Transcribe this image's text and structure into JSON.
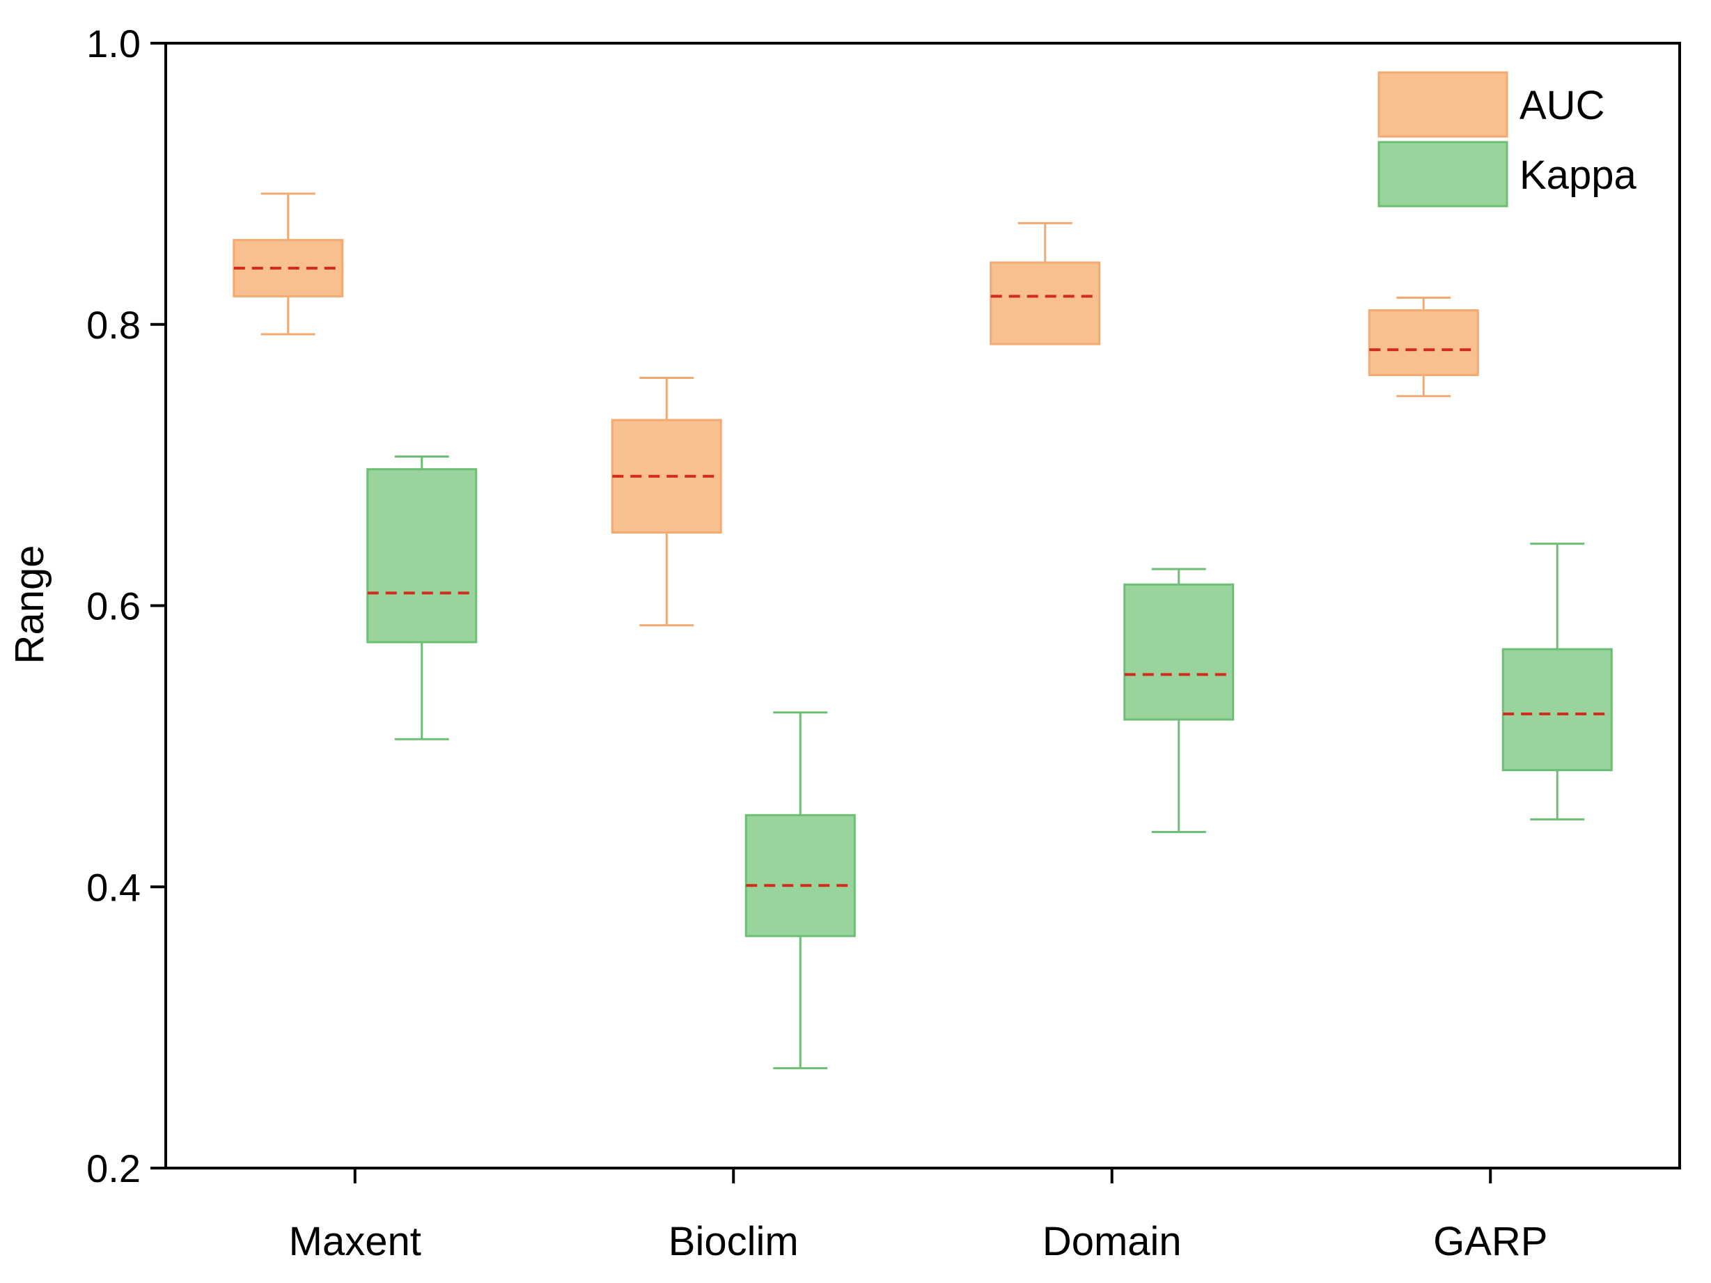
{
  "chart_data": {
    "type": "box",
    "categories": [
      "Maxent",
      "Bioclim",
      "Domain",
      "GARP"
    ],
    "ylabel": "Range",
    "ylim": [
      0.2,
      1.0
    ],
    "yticks": [
      "0.2",
      "0.4",
      "0.6",
      "0.8",
      "1.0"
    ],
    "grid": false,
    "legend_position": "top-right",
    "series": [
      {
        "name": "AUC",
        "color": "#f9c08f",
        "edge_color": "#f2aa70",
        "boxes": [
          {
            "whisker_low": 0.793,
            "q1": 0.82,
            "median": 0.84,
            "q3": 0.86,
            "whisker_high": 0.893
          },
          {
            "whisker_low": 0.586,
            "q1": 0.652,
            "median": 0.692,
            "q3": 0.732,
            "whisker_high": 0.762
          },
          {
            "whisker_low": 0.786,
            "q1": 0.786,
            "median": 0.82,
            "q3": 0.844,
            "whisker_high": 0.872
          },
          {
            "whisker_low": 0.749,
            "q1": 0.764,
            "median": 0.782,
            "q3": 0.81,
            "whisker_high": 0.819
          }
        ]
      },
      {
        "name": "Kappa",
        "color": "#98d49b",
        "edge_color": "#6cbf72",
        "boxes": [
          {
            "whisker_low": 0.505,
            "q1": 0.574,
            "median": 0.609,
            "q3": 0.697,
            "whisker_high": 0.706
          },
          {
            "whisker_low": 0.271,
            "q1": 0.365,
            "median": 0.401,
            "q3": 0.451,
            "whisker_high": 0.524
          },
          {
            "whisker_low": 0.439,
            "q1": 0.519,
            "median": 0.551,
            "q3": 0.615,
            "whisker_high": 0.626
          },
          {
            "whisker_low": 0.448,
            "q1": 0.483,
            "median": 0.523,
            "q3": 0.569,
            "whisker_high": 0.644
          }
        ]
      }
    ],
    "median_line_color": "#d42a1c"
  }
}
